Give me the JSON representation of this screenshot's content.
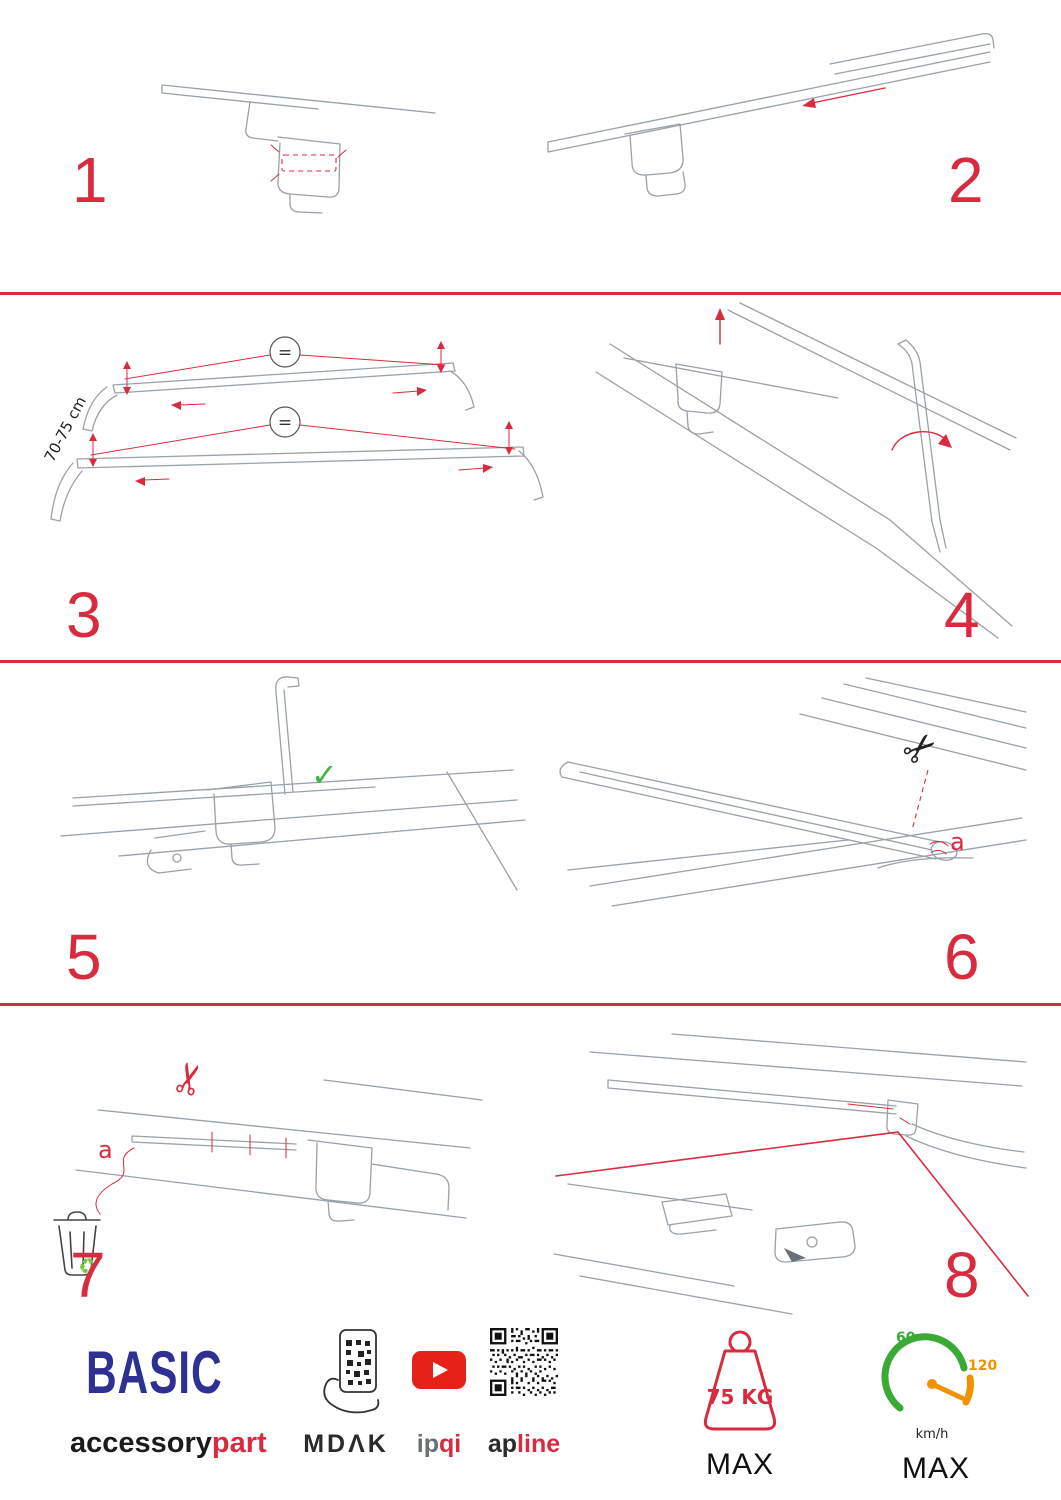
{
  "steps": [
    {
      "number": "1"
    },
    {
      "number": "2"
    },
    {
      "number": "3"
    },
    {
      "number": "4"
    },
    {
      "number": "5"
    },
    {
      "number": "6"
    },
    {
      "number": "7"
    },
    {
      "number": "8"
    }
  ],
  "annotations": {
    "equal_symbol": "=",
    "dimension_label": "70-75 cm",
    "check_icon": "✓",
    "scissors_icon": "✂",
    "cut_label_a": "a",
    "recycle_icon": "♻"
  },
  "footer": {
    "brand_title": "BASIC",
    "brand_name_black": "accessory",
    "brand_name_red": "part",
    "logo_mdak": "MDΛK",
    "logo_ipqi_gray": "ip",
    "logo_ipqi_red": "qi",
    "logo_apline_black": "ap",
    "logo_apline_red": "line",
    "weight_limit": "75 KG",
    "weight_max_label": "MAX",
    "speed_tick_low": "60",
    "speed_tick_high": "120",
    "speed_unit": "km/h",
    "speed_max_label": "MAX"
  },
  "colors": {
    "accent_red": "#d92b3f",
    "brand_blue": "#2e3092",
    "check_green": "#3db54a",
    "eco_green": "#7ec242",
    "gauge_green": "#3aaa35",
    "gauge_orange": "#f39200",
    "youtube_red": "#e62117",
    "line_gray": "#99a1a9"
  }
}
